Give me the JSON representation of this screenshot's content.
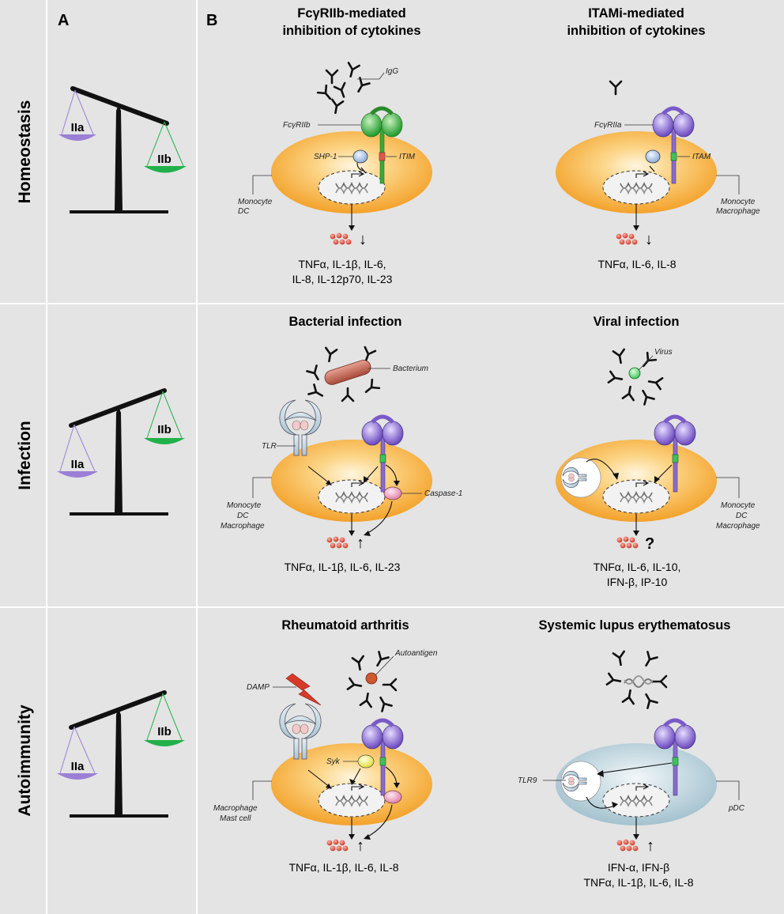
{
  "panels": {
    "a": "A",
    "b": "B"
  },
  "rows": [
    {
      "label": "Homeostasis",
      "left": {
        "title": [
          "FcγRIIb-mediated",
          "inhibition of cytokines"
        ],
        "labels": {
          "igg": "IgG",
          "receptor": "FcγRIIb",
          "shp1": "SHP-1",
          "motif": "ITIM",
          "cell": [
            "Monocyte",
            "DC"
          ]
        },
        "cytokines": [
          "TNFα, IL-1β, IL-6,",
          "IL-8, IL-12p70, IL-23"
        ],
        "effect": "↓"
      },
      "right": {
        "title": [
          "ITAMi-mediated",
          "inhibition of cytokines"
        ],
        "labels": {
          "receptor": "FcγRIIa",
          "motif": "ITAM",
          "cell": [
            "Monocyte",
            "Macrophage"
          ]
        },
        "cytokines": [
          "TNFα, IL-6, IL-8"
        ],
        "effect": "↓"
      }
    },
    {
      "label": "Infection",
      "left": {
        "title": [
          "Bacterial infection"
        ],
        "labels": {
          "pathogen": "Bacterium",
          "tlr": "TLR",
          "caspase": "Caspase-1",
          "cell": [
            "Monocyte",
            "DC",
            "Macrophage"
          ]
        },
        "cytokines": [
          "TNFα, IL-1β, IL-6, IL-23"
        ],
        "effect": "↑"
      },
      "right": {
        "title": [
          "Viral infection"
        ],
        "labels": {
          "pathogen": "Virus",
          "cell": [
            "Monocyte",
            "DC",
            "Macrophage"
          ]
        },
        "cytokines": [
          "TNFα, IL-6, IL-10,",
          "IFN-β, IP-10"
        ],
        "effect": "?"
      }
    },
    {
      "label": "Autoimmunity",
      "left": {
        "title": [
          "Rheumatoid arthritis"
        ],
        "labels": {
          "pathogen": "Autoantigen",
          "damp": "DAMP",
          "syk": "Syk",
          "cell": [
            "Macrophage",
            "Mast cell"
          ]
        },
        "cytokines": [
          "TNFα, IL-1β, IL-6, IL-8"
        ],
        "effect": "↑"
      },
      "right": {
        "title": [
          "Systemic lupus erythematosus"
        ],
        "labels": {
          "tlr": "TLR9",
          "cell": [
            "pDC"
          ]
        },
        "cytokines": [
          "IFN-α, IFN-β",
          "TNFα, IL-1β, IL-6, IL-8"
        ],
        "effect": "↑"
      }
    }
  ],
  "scales": {
    "left_pan": "IIa",
    "right_pan": "IIb"
  },
  "colors": {
    "cell": "#f6a431",
    "pdc_cell": "#bcd3dd",
    "fcgriib": "#3aa83a",
    "fcgriia": "#8a6ad0",
    "pan_iia": "#9b7fd6",
    "pan_iib": "#22b04a",
    "cytokine": "#d23a2a",
    "bacterium": "#b5594a",
    "damp": "#d83a2a"
  }
}
